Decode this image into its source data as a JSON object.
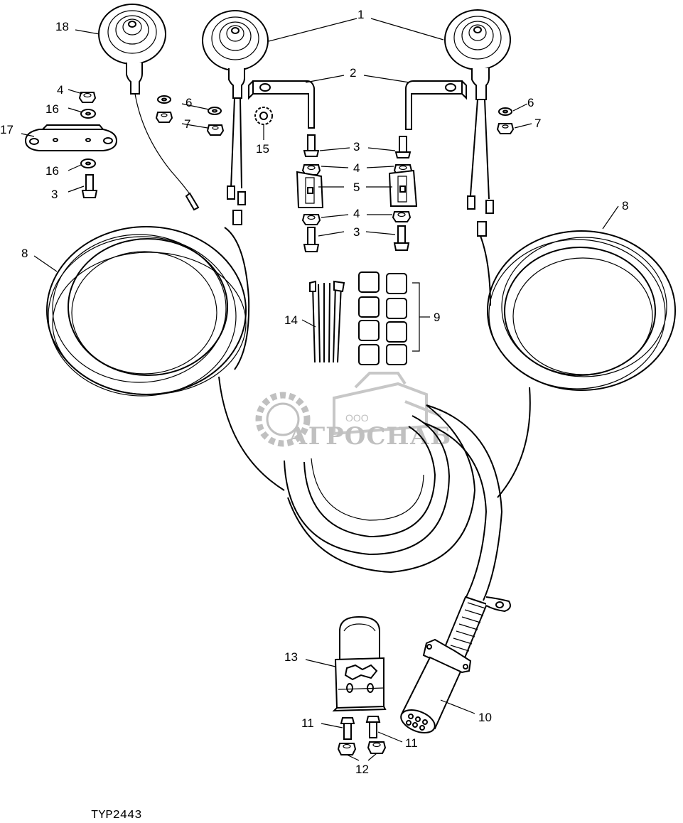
{
  "figure_code": "TYP2443",
  "watermark": {
    "company_form": "ООО",
    "brand": "АГРОСНАБ"
  },
  "callouts": {
    "c1": "1",
    "c2": "2",
    "c3a": "3",
    "c3b": "3",
    "c3c": "3",
    "c4a": "4",
    "c4b": "4",
    "c4c": "4",
    "c5": "5",
    "c6a": "6",
    "c6b": "6",
    "c7a": "7",
    "c7b": "7",
    "c8a": "8",
    "c8b": "8",
    "c9": "9",
    "c10": "10",
    "c11a": "11",
    "c11b": "11",
    "c12": "12",
    "c13": "13",
    "c14": "14",
    "c15": "15",
    "c16a": "16",
    "c16b": "16",
    "c17": "17",
    "c18": "18"
  }
}
